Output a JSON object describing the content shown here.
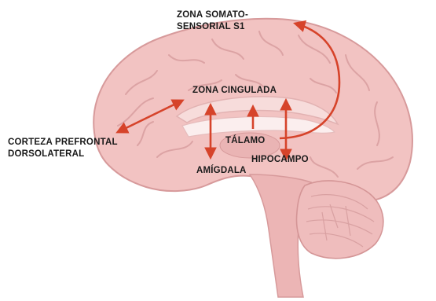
{
  "labels": {
    "somato_line1": "ZONA SOMATO-",
    "somato_line2": "SENSORIAL S1",
    "cingulada": "ZONA CINGULADA",
    "prefrontal_line1": "CORTEZA PREFRONTAL",
    "prefrontal_line2": "DORSOLATERAL",
    "talamo": "TÁLAMO",
    "hipocampo": "HIPOCAMPO",
    "amigdala": "AMÍGDALA"
  },
  "colors": {
    "arrow": "#d6432a",
    "brain_fill": "#f2c3c2",
    "brain_stroke": "#d79a9b",
    "text": "#1a1a1a"
  }
}
